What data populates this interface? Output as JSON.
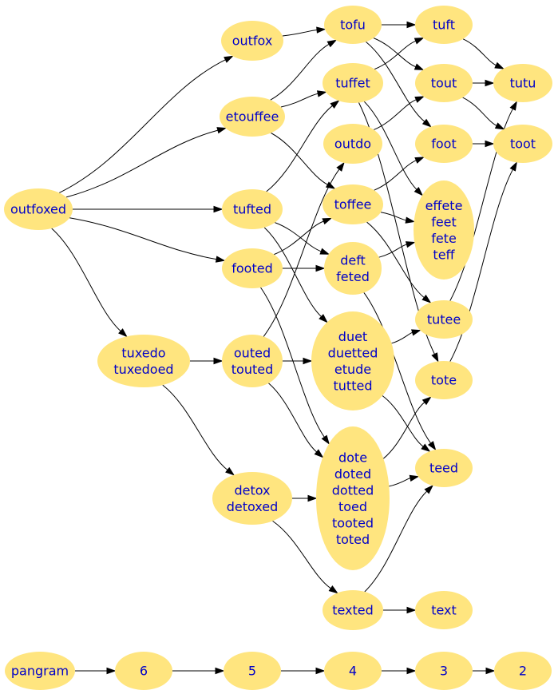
{
  "diagram": {
    "type": "directed-graph",
    "node_fill": "#ffe57f",
    "text_color": "#0000c8",
    "edge_color": "#000000",
    "nodes": {
      "outfoxed": [
        "outfoxed"
      ],
      "outfox": [
        "outfox"
      ],
      "etouffee": [
        "etouffee"
      ],
      "tufted": [
        "tufted"
      ],
      "footed": [
        "footed"
      ],
      "tuxedo": [
        "tuxedo",
        "tuxedoed"
      ],
      "tofu": [
        "tofu"
      ],
      "tuffet": [
        "tuffet"
      ],
      "outdo": [
        "outdo"
      ],
      "toffee": [
        "toffee"
      ],
      "deft": [
        "deft",
        "feted"
      ],
      "outed": [
        "outed",
        "touted"
      ],
      "duet": [
        "duet",
        "duetted",
        "etude",
        "tutted"
      ],
      "detox": [
        "detox",
        "detoxed"
      ],
      "dote": [
        "dote",
        "doted",
        "dotted",
        "toed",
        "tooted",
        "toted"
      ],
      "texted": [
        "texted"
      ],
      "tuft": [
        "tuft"
      ],
      "tout": [
        "tout"
      ],
      "foot": [
        "foot"
      ],
      "effete": [
        "effete",
        "feet",
        "fete",
        "teff"
      ],
      "tutee": [
        "tutee"
      ],
      "tote": [
        "tote"
      ],
      "teed": [
        "teed"
      ],
      "text": [
        "text"
      ],
      "tutu": [
        "tutu"
      ],
      "toot": [
        "toot"
      ],
      "pangram": [
        "pangram"
      ],
      "l6": [
        "6"
      ],
      "l5": [
        "5"
      ],
      "l4": [
        "4"
      ],
      "l3": [
        "3"
      ],
      "l2": [
        "2"
      ]
    },
    "edges": [
      [
        "outfoxed",
        "outfox"
      ],
      [
        "outfoxed",
        "etouffee"
      ],
      [
        "outfoxed",
        "tufted"
      ],
      [
        "outfoxed",
        "footed"
      ],
      [
        "outfoxed",
        "tuxedo"
      ],
      [
        "outfox",
        "tofu"
      ],
      [
        "etouffee",
        "tofu"
      ],
      [
        "etouffee",
        "tuffet"
      ],
      [
        "etouffee",
        "toffee"
      ],
      [
        "tufted",
        "tuffet"
      ],
      [
        "tufted",
        "deft"
      ],
      [
        "tufted",
        "duet"
      ],
      [
        "footed",
        "toffee"
      ],
      [
        "footed",
        "deft"
      ],
      [
        "footed",
        "dote"
      ],
      [
        "tuxedo",
        "outed"
      ],
      [
        "tuxedo",
        "detox"
      ],
      [
        "outed",
        "outdo"
      ],
      [
        "outed",
        "duet"
      ],
      [
        "outed",
        "dote"
      ],
      [
        "detox",
        "dote"
      ],
      [
        "detox",
        "texted"
      ],
      [
        "tofu",
        "tuft"
      ],
      [
        "tofu",
        "tout"
      ],
      [
        "tofu",
        "foot"
      ],
      [
        "tuffet",
        "tuft"
      ],
      [
        "tuffet",
        "effete"
      ],
      [
        "tuffet",
        "tote"
      ],
      [
        "outdo",
        "tout"
      ],
      [
        "toffee",
        "foot"
      ],
      [
        "toffee",
        "effete"
      ],
      [
        "toffee",
        "tutee"
      ],
      [
        "deft",
        "effete"
      ],
      [
        "deft",
        "teed"
      ],
      [
        "duet",
        "tutee"
      ],
      [
        "duet",
        "teed"
      ],
      [
        "dote",
        "tote"
      ],
      [
        "dote",
        "teed"
      ],
      [
        "texted",
        "teed"
      ],
      [
        "texted",
        "text"
      ],
      [
        "tuft",
        "tutu"
      ],
      [
        "tout",
        "tutu"
      ],
      [
        "tout",
        "toot"
      ],
      [
        "foot",
        "toot"
      ],
      [
        "tutee",
        "tutu"
      ],
      [
        "tote",
        "toot"
      ],
      [
        "pangram",
        "l6"
      ],
      [
        "l6",
        "l5"
      ],
      [
        "l5",
        "l4"
      ],
      [
        "l4",
        "l3"
      ],
      [
        "l3",
        "l2"
      ]
    ]
  }
}
